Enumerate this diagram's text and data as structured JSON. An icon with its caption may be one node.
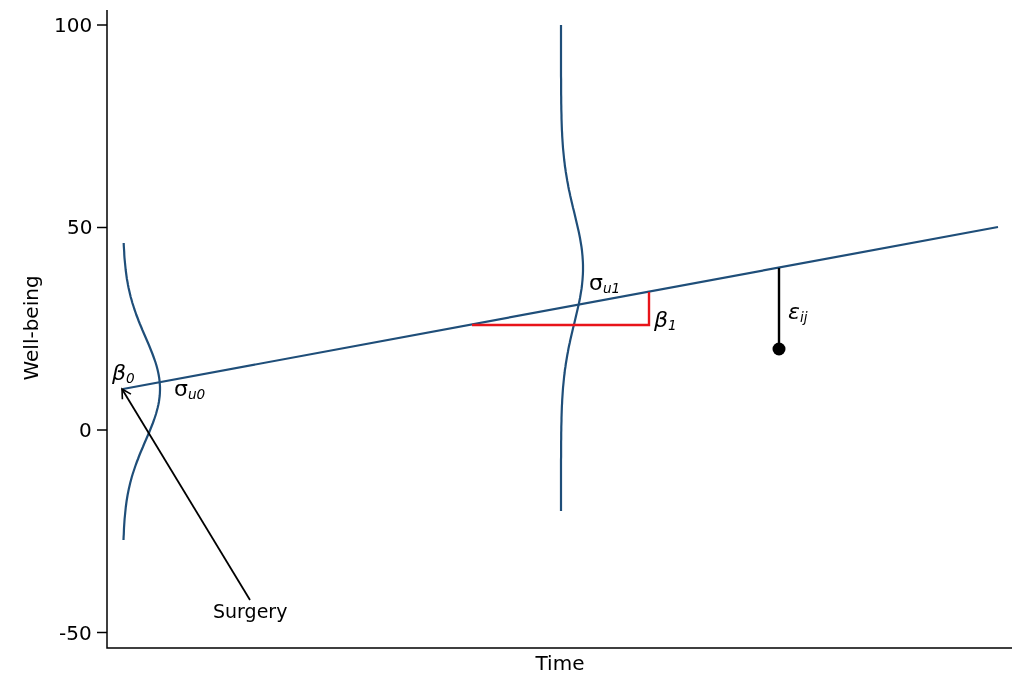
{
  "diagram": {
    "nodes": [
      {
        "text": [
          "β$_{0}$"
        ]
      },
      {
        "text": [
          "Surgery"
        ]
      }
    ],
    "edges": [
      {
        "from": 1,
        "to": 0,
        "arrow": "to"
      }
    ],
    "labels": [
      "100",
      "50",
      "0",
      "-50",
      "Well-being",
      "Time",
      "σ$_{u0}$",
      "σ$_{u1}$",
      "β$_{1}$",
      "ε$_{ij}$"
    ]
  }
}
